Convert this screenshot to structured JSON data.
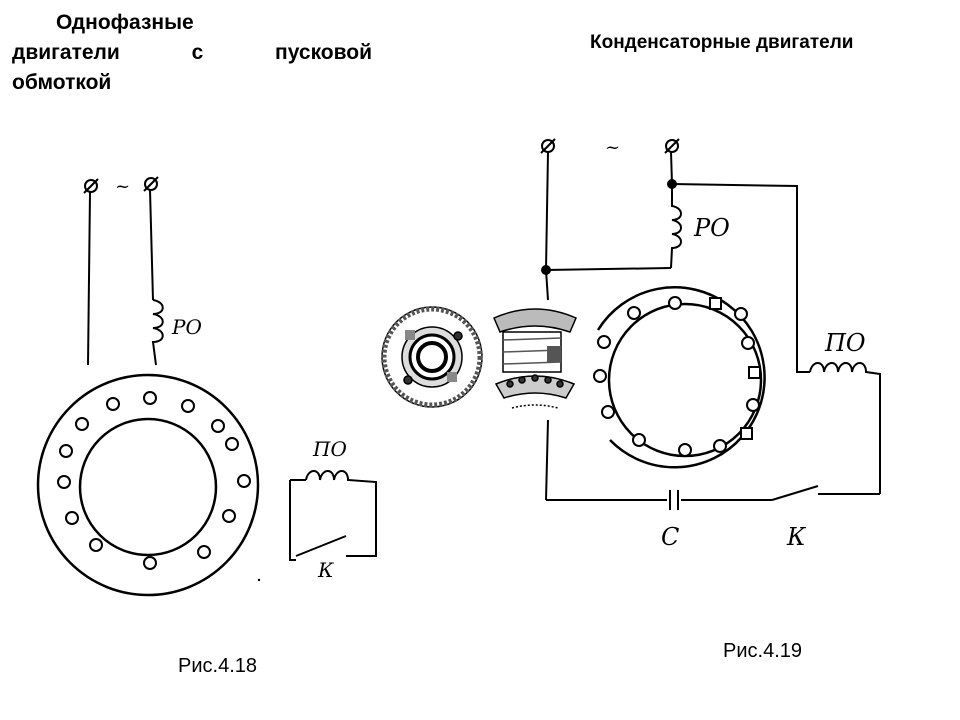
{
  "left_title": {
    "line1": "Однофазные",
    "line2_words": [
      "двигатели",
      "с",
      "пусковой"
    ],
    "line3": "обмоткой"
  },
  "right_title": "Конденсаторные двигатели",
  "fig_left": {
    "caption": "Рис.4.18",
    "supply_symbol": "~",
    "main_winding": "РО",
    "start_winding": "ПО",
    "switch": "К"
  },
  "fig_right": {
    "caption": "Рис.4.19",
    "supply_symbol": "~",
    "main_winding": "РО",
    "start_winding": "ПО",
    "capacitor": "С",
    "switch": "К"
  }
}
